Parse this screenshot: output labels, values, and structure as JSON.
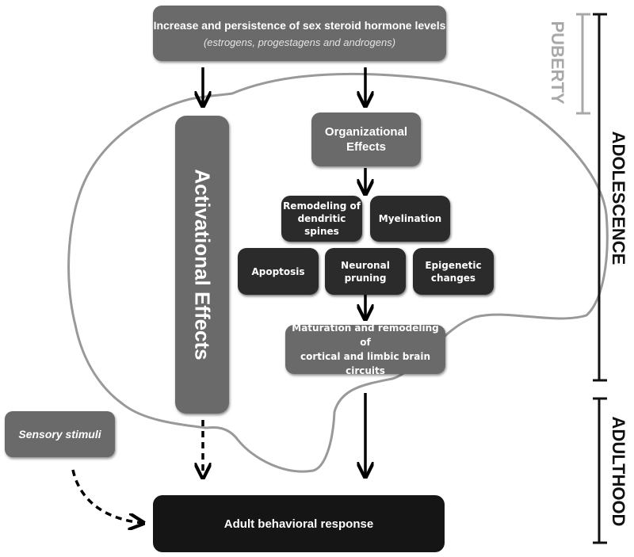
{
  "hormones": {
    "title": "Increase and persistence of sex steroid hormone levels",
    "subtitle": "(estrogens, progestagens and androgens)"
  },
  "organizational_effects": "Organizational\nEffects",
  "activational_effects": "Activational Effects",
  "processes": {
    "dendritic_spines": "Remodeling of\ndendritic spines",
    "myelination": "Myelination",
    "apoptosis": "Apoptosis",
    "neuronal_pruning": "Neuronal\npruning",
    "epigenetic_changes": "Epigenetic\nchanges"
  },
  "maturation": "Maturation and remodeling of\ncortical and limbic brain circuits",
  "sensory_stimuli": "Sensory stimuli",
  "behavioral_response": "Adult behavioral response",
  "stages": {
    "puberty": "PUBERTY",
    "adolescence": "ADOLESCENCE",
    "adulthood": "ADULTHOOD"
  },
  "colors": {
    "box_mid": "#6a6a6a",
    "box_dark": "#2b2b2b",
    "box_black": "#151515",
    "brain_outline": "#999999",
    "puberty": "#a8a8a8",
    "timeline": "#111111"
  }
}
